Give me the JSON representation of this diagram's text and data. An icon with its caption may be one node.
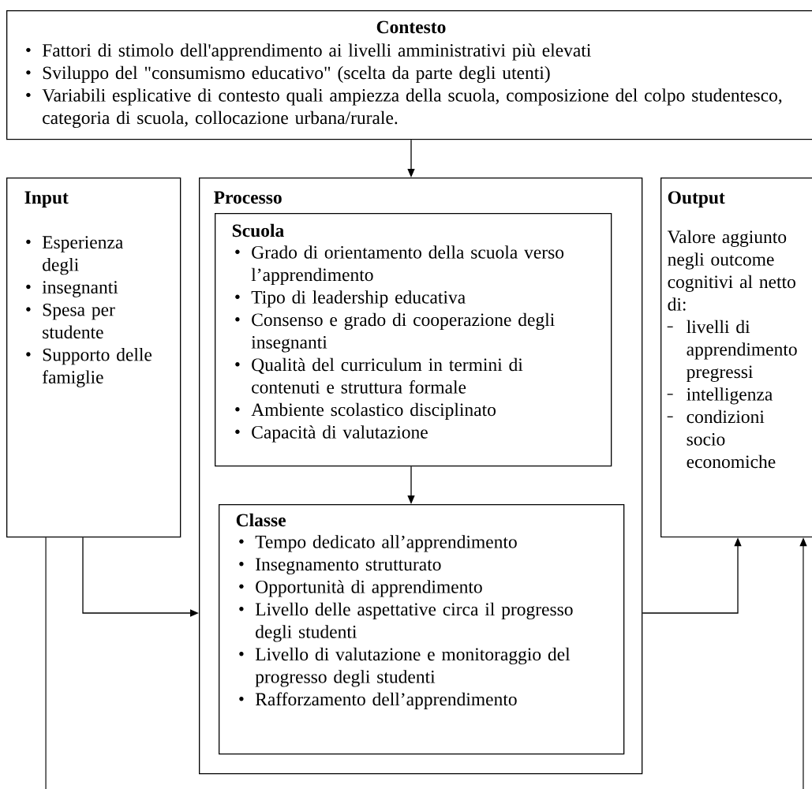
{
  "diagram": {
    "nodes": [
      {
        "text": [
          "Contesto",
          "Fattori di stimolo dell'apprendimento ai livelli amministrativi più elevati",
          "Sviluppo del \"consumismo educativo\" (scelta da parte degli utenti)",
          "Variabili esplicative di contesto quali ampiezza della scuola, composizione del colpo studentesco, categoria di scuola, collocazione urbana/rurale."
        ]
      },
      {
        "text": [
          "Input",
          "Esperienza degli",
          "insegnanti",
          "Spesa per studente",
          "Supporto delle famiglie"
        ]
      },
      {
        "text": [
          "Processo"
        ]
      },
      {
        "text": [
          "Scuola",
          "Grado di orientamento della scuola verso l’apprendimento",
          "Tipo di leadership educativa",
          "Consenso e grado di cooperazione degli insegnanti",
          "Qualità del curriculum in termini di contenuti e struttura formale",
          "Ambiente scolastico disciplinato",
          "Capacità di valutazione"
        ],
        "in": 2
      },
      {
        "text": [
          "Classe",
          "Tempo dedicato all’apprendimento",
          "Insegnamento strutturato",
          "Opportunità di apprendimento",
          "Livello delle aspettative circa il progresso degli studenti",
          "Livello di valutazione e monitoraggio del progresso degli studenti",
          "Rafforzamento dell’apprendimento"
        ],
        "in": 2
      },
      {
        "text": [
          "Output",
          "Valore aggiunto negli outcome cognitivi al netto di:",
          "livelli di apprendimento pregressi",
          "intelligenza",
          "condizioni socio economiche"
        ]
      }
    ],
    "edges": [
      {
        "from": 0,
        "to": 2,
        "arrow": "to"
      },
      {
        "from": 3,
        "to": 4,
        "arrow": "to"
      },
      {
        "from": 1,
        "to": 2,
        "arrow": "to"
      },
      {
        "from": 2,
        "to": 5,
        "arrow": "to"
      },
      {
        "from": 1,
        "to": null,
        "arrow": "none"
      },
      {
        "from": null,
        "to": 5,
        "arrow": "to"
      }
    ]
  }
}
